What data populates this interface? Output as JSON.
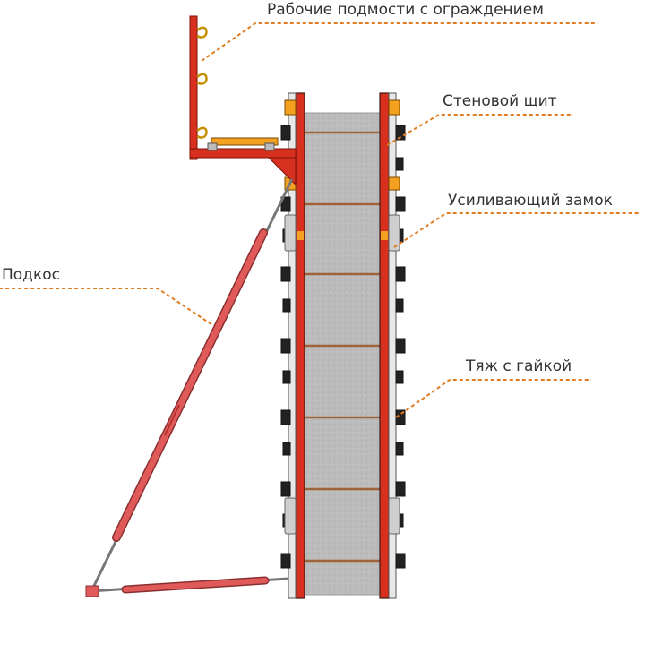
{
  "labels": {
    "scaffold": "Рабочие подмости с ограждением",
    "wall_panel": "Стеновой щит",
    "lock": "Усиливающий замок",
    "brace": "Подкос",
    "tie_rod": "Тяж с гайкой"
  },
  "colors": {
    "frame_red": "#d8301e",
    "brace_pink": "#e05a5a",
    "concrete": "#bdbdbd",
    "leader": "#e07b20",
    "tie": "#a0623a",
    "text": "#333333"
  }
}
